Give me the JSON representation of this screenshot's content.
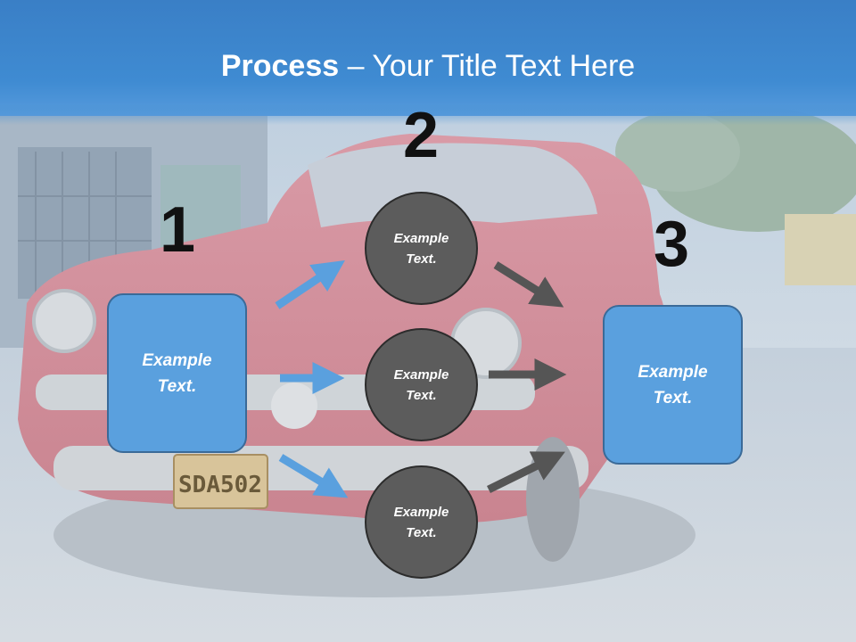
{
  "title": {
    "bold": "Process",
    "rest": " – Your Title Text Here"
  },
  "numbers": [
    "1",
    "2",
    "3"
  ],
  "nodes": {
    "left_box": "Example Text.",
    "circle_top": "Example Text.",
    "circle_middle": "Example Text.",
    "circle_bottom": "Example Text.",
    "right_box": "Example Text."
  },
  "colors": {
    "title_bar": "#3f8bd2",
    "box_fill": "#5aa0de",
    "circle_fill": "#5c5c5c",
    "arrow_blue": "#5aa0de",
    "arrow_gray": "#555555"
  }
}
